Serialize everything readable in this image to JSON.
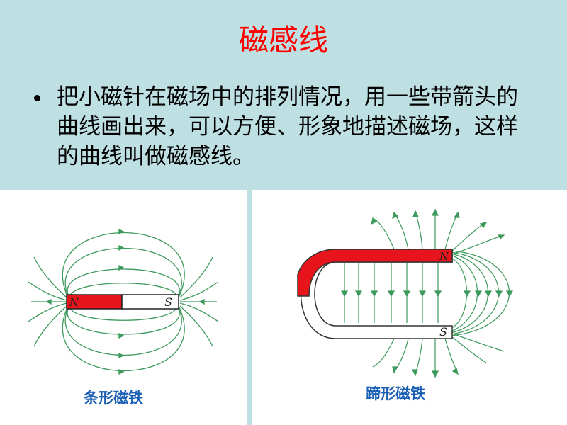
{
  "title": "磁感线",
  "bullet": "把小磁针在磁场中的排列情况，用一些带箭头的曲线画出来，可以方便、形象地描述磁场，这样的曲线叫做磁感线。",
  "figures": {
    "bar_magnet": {
      "caption": "条形磁铁",
      "pole_n": "N",
      "pole_s": "S"
    },
    "horseshoe_magnet": {
      "caption": "蹄形磁铁",
      "pole_n": "N",
      "pole_s": "S"
    }
  },
  "colors": {
    "title": "#ff0000",
    "caption": "#1a5fb4",
    "field_line": "#3d9a5c",
    "magnet_red": "#e8141b",
    "background": "#bfe0e3"
  }
}
